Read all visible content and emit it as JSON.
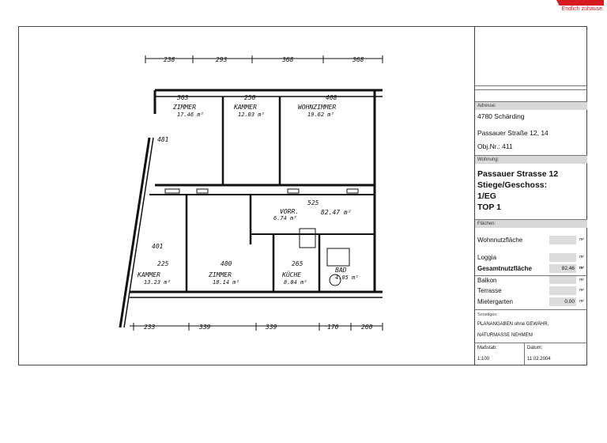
{
  "logo": {
    "claim": "Endlich zuhause."
  },
  "panel": {
    "address_header": "Adresse:",
    "address_city": "4780 Schärding",
    "address_street": "Passauer Straße 12, 14",
    "object_no": "Obj.Nr.: 411",
    "apartment_header": "Wohnung:",
    "apartment_name": "Passauer Strasse 12",
    "stair_floor": "Stiege/Geschoss:",
    "floor": "1/EG",
    "top": "TOP 1",
    "areas_header": "Flächen:",
    "areas": [
      {
        "label": "Wohnnutzfläche",
        "value": "",
        "unit": "m²"
      },
      {
        "label": "Loggia",
        "value": "",
        "unit": "m²"
      },
      {
        "label": "Gesamtnutzfläche",
        "value": "82.46",
        "unit": "m²"
      },
      {
        "label": "Balkon",
        "value": "",
        "unit": "m²"
      },
      {
        "label": "Terrasse",
        "value": "",
        "unit": "m²"
      },
      {
        "label": "Mietergarten",
        "value": "0.00",
        "unit": "m²"
      }
    ],
    "misc_header": "Sonstiges:",
    "note_line1": "PLANANGABEN ohne GEWÄHR,",
    "note_line2": "NATURMASSE NEHMEN!",
    "scale_label": "Maßstab:",
    "scale_value": "1:100",
    "date_label": "Datum:",
    "date_value": "11.02.2004"
  },
  "plan": {
    "rooms": [
      {
        "name": "ZIMMER",
        "area": "17.46 m²"
      },
      {
        "name": "KAMMER",
        "area": "12.03 m²"
      },
      {
        "name": "WOHNZIMMER",
        "area": "19.62 m²"
      },
      {
        "name": "KAMMER",
        "area": "13.23 m²"
      },
      {
        "name": "ZIMMER",
        "area": "18.14 m²"
      },
      {
        "name": "KÜCHE",
        "area": "8.04 m²"
      },
      {
        "name": "BAD",
        "area": "4.05 m²"
      },
      {
        "name": "VORR.",
        "area": "6.74 m²"
      }
    ],
    "total_area": "82.47 m²",
    "top_dims": [
      "238",
      "293",
      "368",
      "368"
    ],
    "bottom_dims": [
      "233",
      "339",
      "339",
      "170",
      "260"
    ],
    "interior_dims": [
      "363",
      "250",
      "408",
      "225",
      "400",
      "265",
      "525",
      "481",
      "401"
    ]
  }
}
